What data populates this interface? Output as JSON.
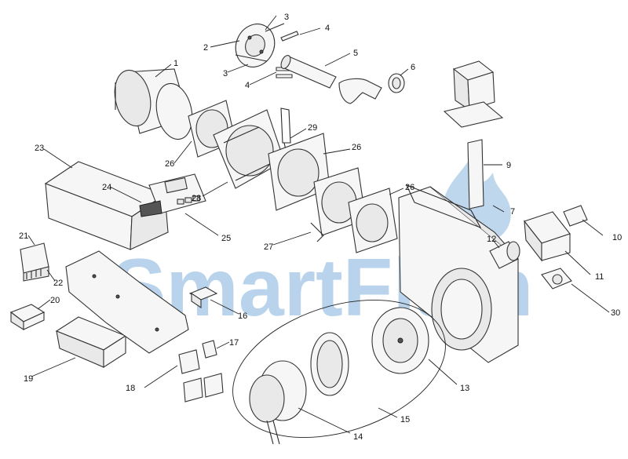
{
  "watermark": {
    "text": "SmartFlam",
    "color": "#7fb0dc"
  },
  "labels": [
    "1",
    "2",
    "3",
    "3",
    "4",
    "4",
    "5",
    "6",
    "7",
    "9",
    "10",
    "11",
    "12",
    "13",
    "14",
    "15",
    "16",
    "17",
    "18",
    "19",
    "20",
    "21",
    "22",
    "23",
    "24",
    "25",
    "26",
    "26",
    "26",
    "27",
    "28",
    "29",
    "30"
  ]
}
